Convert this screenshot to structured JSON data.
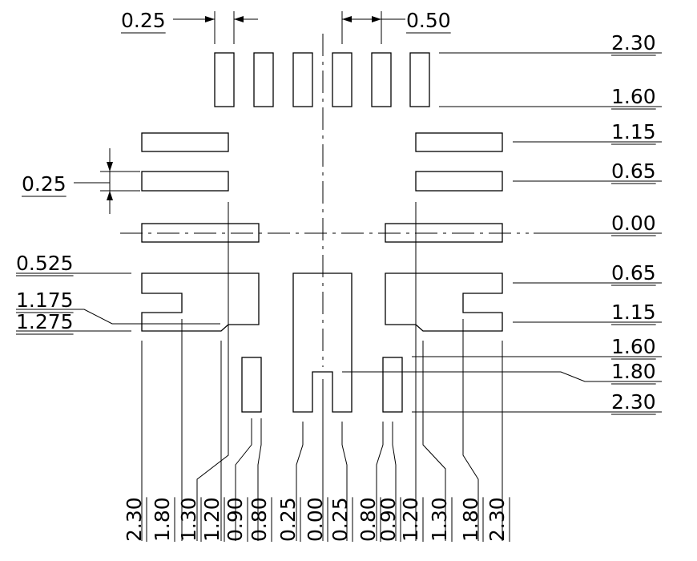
{
  "drawing": {
    "top_dims": {
      "pitch_width": "0.25",
      "pitch_gap": "0.50"
    },
    "side_dim": "0.25",
    "right_labels": [
      "2.30",
      "1.60",
      "1.15",
      "0.65",
      "0.00",
      "0.65",
      "1.15",
      "1.60",
      "1.80",
      "2.30"
    ],
    "left_labels": [
      "0.525",
      "1.175",
      "1.275"
    ],
    "bottom_labels": [
      "2.30",
      "1.80",
      "1.30",
      "1.20",
      "0.90",
      "0.80",
      "0.25",
      "0.00",
      "0.25",
      "0.80",
      "0.90",
      "1.20",
      "1.30",
      "1.80",
      "2.30"
    ]
  }
}
